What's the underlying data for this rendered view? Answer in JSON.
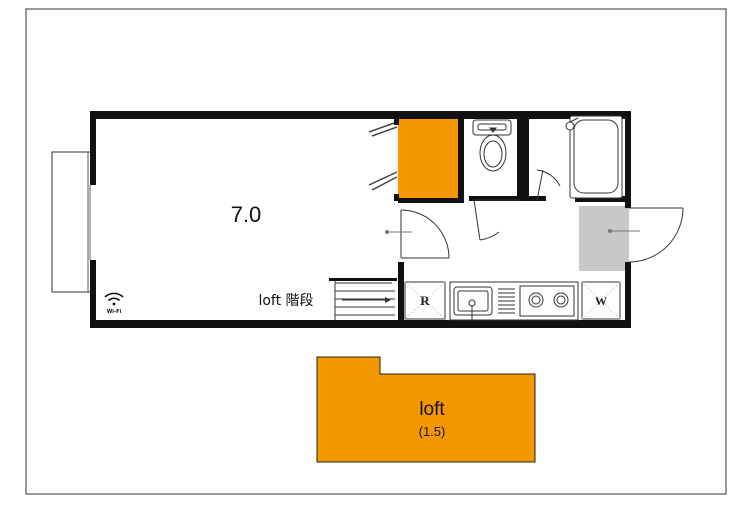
{
  "floor_plan": {
    "room_label": "7.0",
    "stairs_label": "loft 階段",
    "fridge_label": "R",
    "washer_label": "W",
    "wifi_label": "Wi-Fi",
    "loft": {
      "name": "loft",
      "size": "(1.5)"
    }
  },
  "colors": {
    "closet": "#F39800",
    "loft": "#F39800",
    "entrance": "#C8C8C8",
    "wall": "#111111"
  }
}
